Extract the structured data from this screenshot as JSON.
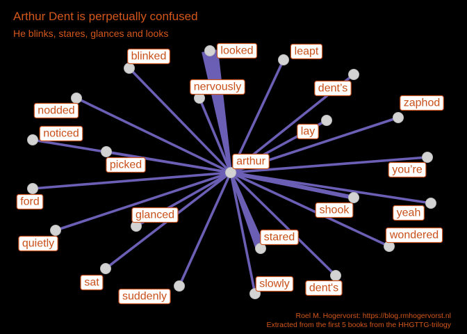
{
  "title": "Arthur Dent is perpetually confused",
  "subtitle": "He blinks, stares, glances and looks",
  "caption": [
    "Roel M. Hogervorst: https://blog.rmhogervorst.nl",
    "Extracted from the first 5 books from the HHGTTG-trilogy"
  ],
  "colors": {
    "background": "#000000",
    "edge": "#6b5fb5",
    "node": "#d3d3d3",
    "label_border": "#c8501a",
    "label_text": "#c8501a",
    "title": "#d4571c"
  },
  "graph": {
    "center": "arthur",
    "nodes": [
      {
        "id": "arthur",
        "label": "arthur",
        "weight": 0
      },
      {
        "id": "looked",
        "label": "looked",
        "weight": 5
      },
      {
        "id": "leapt",
        "label": "leapt",
        "weight": 1
      },
      {
        "id": "blinked",
        "label": "blinked",
        "weight": 1
      },
      {
        "id": "nervously",
        "label": "nervously",
        "weight": 1
      },
      {
        "id": "dents_curly",
        "label": "dent’s",
        "weight": 1
      },
      {
        "id": "zaphod",
        "label": "zaphod",
        "weight": 1
      },
      {
        "id": "nodded",
        "label": "nodded",
        "weight": 1
      },
      {
        "id": "lay",
        "label": "lay",
        "weight": 1
      },
      {
        "id": "noticed",
        "label": "noticed",
        "weight": 1
      },
      {
        "id": "picked",
        "label": "picked",
        "weight": 1
      },
      {
        "id": "youre",
        "label": "you’re",
        "weight": 1
      },
      {
        "id": "ford",
        "label": "ford",
        "weight": 1
      },
      {
        "id": "shook",
        "label": "shook",
        "weight": 2
      },
      {
        "id": "yeah",
        "label": "yeah",
        "weight": 1
      },
      {
        "id": "glanced",
        "label": "glanced",
        "weight": 1
      },
      {
        "id": "wondered",
        "label": "wondered",
        "weight": 1
      },
      {
        "id": "quietly",
        "label": "quietly",
        "weight": 1
      },
      {
        "id": "stared",
        "label": "stared",
        "weight": 3
      },
      {
        "id": "sat",
        "label": "sat",
        "weight": 1
      },
      {
        "id": "slowly",
        "label": "slowly",
        "weight": 1
      },
      {
        "id": "dents_straight",
        "label": "dent's",
        "weight": 1
      },
      {
        "id": "suddenly",
        "label": "suddenly",
        "weight": 1
      }
    ]
  }
}
